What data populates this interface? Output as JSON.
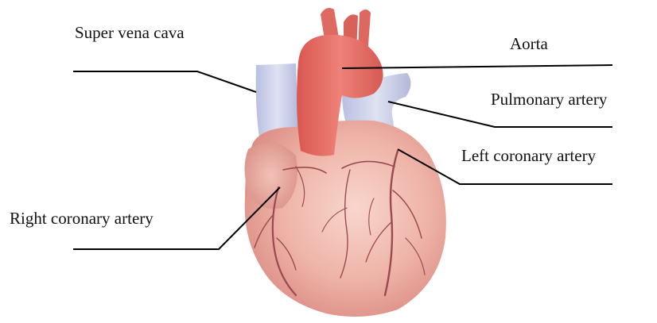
{
  "labels": {
    "superior_vena_cava": "Super vena cava",
    "aorta": "Aorta",
    "pulmonary_artery": "Pulmonary artery",
    "left_coronary_artery": "Left coronary artery",
    "right_coronary_artery": "Right coronary artery"
  },
  "colors": {
    "background": "#ffffff",
    "leader_line": "#000000",
    "heart_tissue": "#efb4aa",
    "aorta": "#e7746b",
    "veins": "#c9cde6",
    "coronary_vessels": "#9a4a50"
  }
}
